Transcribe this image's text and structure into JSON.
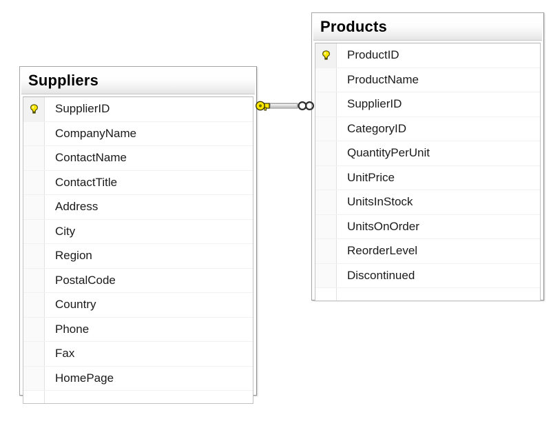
{
  "diagram": {
    "type": "entity-relationship-diagram",
    "background_color": "#ffffff",
    "entities": [
      {
        "id": "suppliers",
        "title": "Suppliers",
        "fields": [
          {
            "name": "SupplierID",
            "primary_key": true,
            "icon": "key-icon"
          },
          {
            "name": "CompanyName",
            "primary_key": false,
            "icon": ""
          },
          {
            "name": "ContactName",
            "primary_key": false,
            "icon": ""
          },
          {
            "name": "ContactTitle",
            "primary_key": false,
            "icon": ""
          },
          {
            "name": "Address",
            "primary_key": false,
            "icon": ""
          },
          {
            "name": "City",
            "primary_key": false,
            "icon": ""
          },
          {
            "name": "Region",
            "primary_key": false,
            "icon": ""
          },
          {
            "name": "PostalCode",
            "primary_key": false,
            "icon": ""
          },
          {
            "name": "Country",
            "primary_key": false,
            "icon": ""
          },
          {
            "name": "Phone",
            "primary_key": false,
            "icon": ""
          },
          {
            "name": "Fax",
            "primary_key": false,
            "icon": ""
          },
          {
            "name": "HomePage",
            "primary_key": false,
            "icon": ""
          }
        ]
      },
      {
        "id": "products",
        "title": "Products",
        "fields": [
          {
            "name": "ProductID",
            "primary_key": true,
            "icon": "key-icon"
          },
          {
            "name": "ProductName",
            "primary_key": false,
            "icon": ""
          },
          {
            "name": "SupplierID",
            "primary_key": false,
            "icon": ""
          },
          {
            "name": "CategoryID",
            "primary_key": false,
            "icon": ""
          },
          {
            "name": "QuantityPerUnit",
            "primary_key": false,
            "icon": ""
          },
          {
            "name": "UnitPrice",
            "primary_key": false,
            "icon": ""
          },
          {
            "name": "UnitsInStock",
            "primary_key": false,
            "icon": ""
          },
          {
            "name": "UnitsOnOrder",
            "primary_key": false,
            "icon": ""
          },
          {
            "name": "ReorderLevel",
            "primary_key": false,
            "icon": ""
          },
          {
            "name": "Discontinued",
            "primary_key": false,
            "icon": ""
          }
        ]
      }
    ],
    "relationships": [
      {
        "id": "suppliers-products",
        "from_entity": "Suppliers",
        "from_field": "SupplierID",
        "to_entity": "Products",
        "to_field": "SupplierID",
        "cardinality": "one-to-many",
        "from_symbol": "key-icon",
        "to_symbol": "infinity-symbol",
        "to_symbol_glyph": "∞"
      }
    ],
    "colors": {
      "key_icon_fill": "#ffe800",
      "key_icon_stroke": "#4a4a00",
      "entity_border": "#a6a6a6",
      "field_border": "#c2c2c2",
      "row_separator": "#f1f1f1",
      "title_text": "#000000",
      "field_text": "#1a1a1a",
      "connector_line": "#8a8a8a"
    }
  }
}
